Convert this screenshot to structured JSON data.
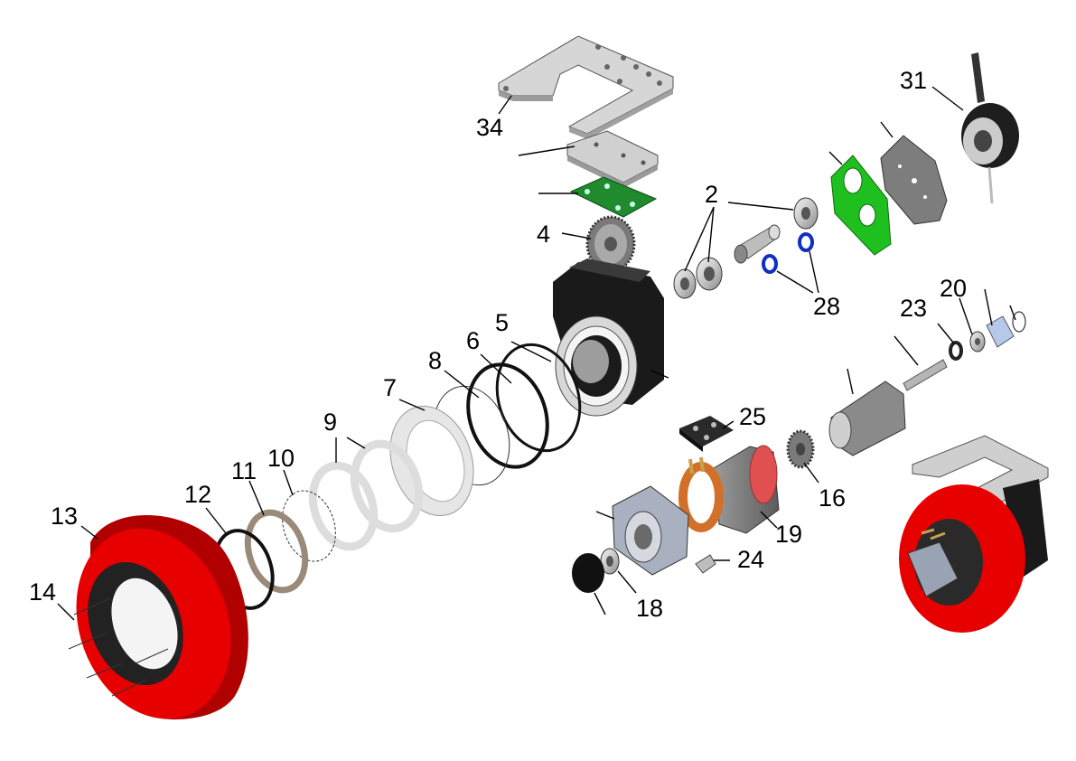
{
  "labels": {
    "p2": "2",
    "p4": "4",
    "p5": "5",
    "p6": "6",
    "p7": "7",
    "p8": "8",
    "p9": "9",
    "p10": "10",
    "p11": "11",
    "p12": "12",
    "p13": "13",
    "p14": "14",
    "p16": "16",
    "p18": "18",
    "p19": "19",
    "p20": "20",
    "p23": "23",
    "p24": "24",
    "p25": "25",
    "p28": "28",
    "p31": "31",
    "p34": "34"
  },
  "colors": {
    "wheel_red": "#e60000",
    "wheel_red_dark": "#b00000",
    "plate_gray": "#cfcfcf",
    "pcb_green": "#1f8a2e",
    "shield_green": "#1fbf1f",
    "oring_blue": "#1030c0",
    "housing_dark": "#1a1a1a",
    "copper": "#d2702a"
  }
}
